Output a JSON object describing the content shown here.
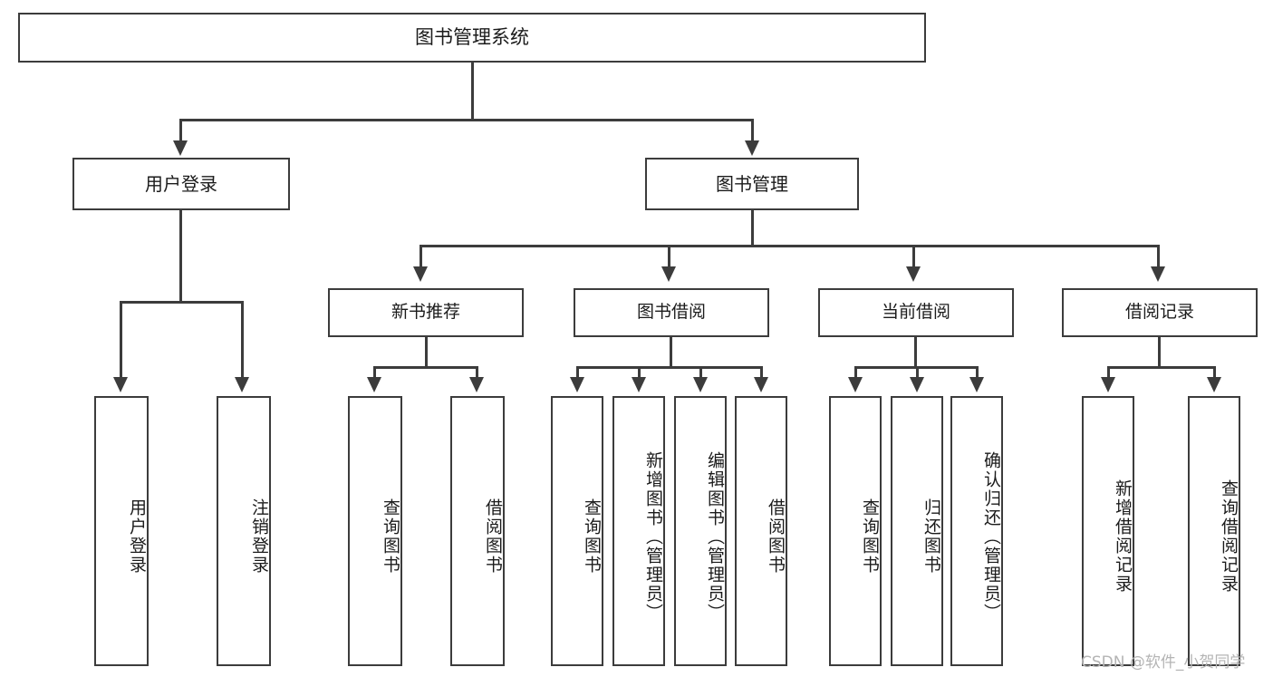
{
  "diagram": {
    "title": "图书管理系统",
    "root": {
      "label": "图书管理系统"
    },
    "level2": [
      {
        "label": "用户登录"
      },
      {
        "label": "图书管理"
      }
    ],
    "level3": [
      {
        "label": "新书推荐"
      },
      {
        "label": "图书借阅"
      },
      {
        "label": "当前借阅"
      },
      {
        "label": "借阅记录"
      }
    ],
    "leaves": {
      "user_login": [
        {
          "label": "用户登录"
        },
        {
          "label": "注销登录"
        }
      ],
      "new_book_recommend": [
        {
          "label": "查询图书"
        },
        {
          "label": "借阅图书"
        }
      ],
      "book_borrow": [
        {
          "label": "查询图书"
        },
        {
          "label": "新增图书（管理员）"
        },
        {
          "label": "编辑图书（管理员）"
        },
        {
          "label": "借阅图书"
        }
      ],
      "current_borrow": [
        {
          "label": "查询图书"
        },
        {
          "label": "归还图书"
        },
        {
          "label": "确认归还（管理员）"
        }
      ],
      "borrow_record": [
        {
          "label": "新增借阅记录"
        },
        {
          "label": "查询借阅记录"
        }
      ]
    }
  },
  "watermark": {
    "text": "CSDN @软件_小贺同学"
  },
  "colors": {
    "border": "#3c3c3c",
    "background": "#ffffff",
    "text": "#1b1b1b",
    "watermark": "#b4b4b4"
  }
}
